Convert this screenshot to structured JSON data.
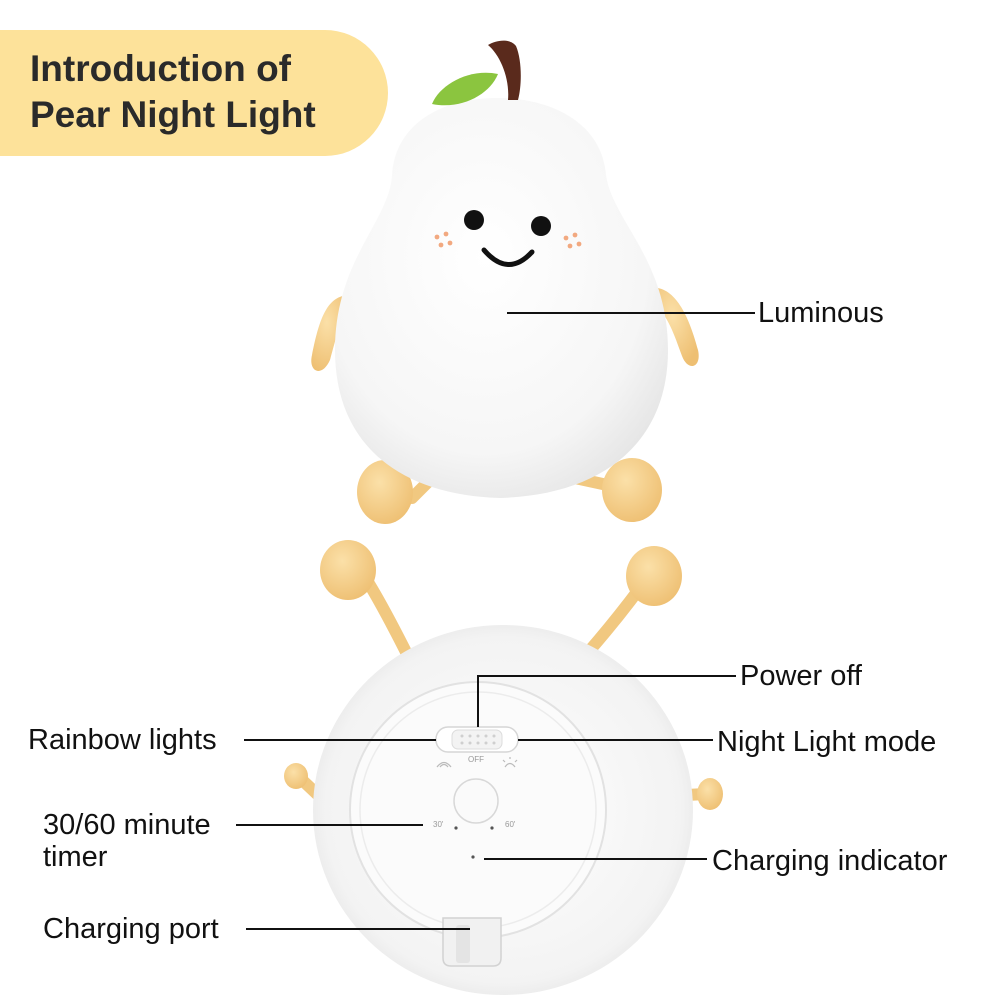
{
  "title": {
    "line1": "Introduction of",
    "line2": "Pear Night Light"
  },
  "labels": {
    "luminous": "Luminous",
    "power_off": "Power off",
    "rainbow_lights": "Rainbow lights",
    "night_light_mode": "Night Light mode",
    "timer_line1": "30/60 minute",
    "timer_line2": "timer",
    "charging_indicator": "Charging indicator",
    "charging_port": "Charging port"
  },
  "device_marks": {
    "off": "OFF",
    "t30": "30'",
    "t60": "60'"
  },
  "colors": {
    "badge": "#fde29a",
    "limb": "#f6cf8a",
    "leaf": "#8bc53f",
    "stem": "#5a2a1c"
  }
}
